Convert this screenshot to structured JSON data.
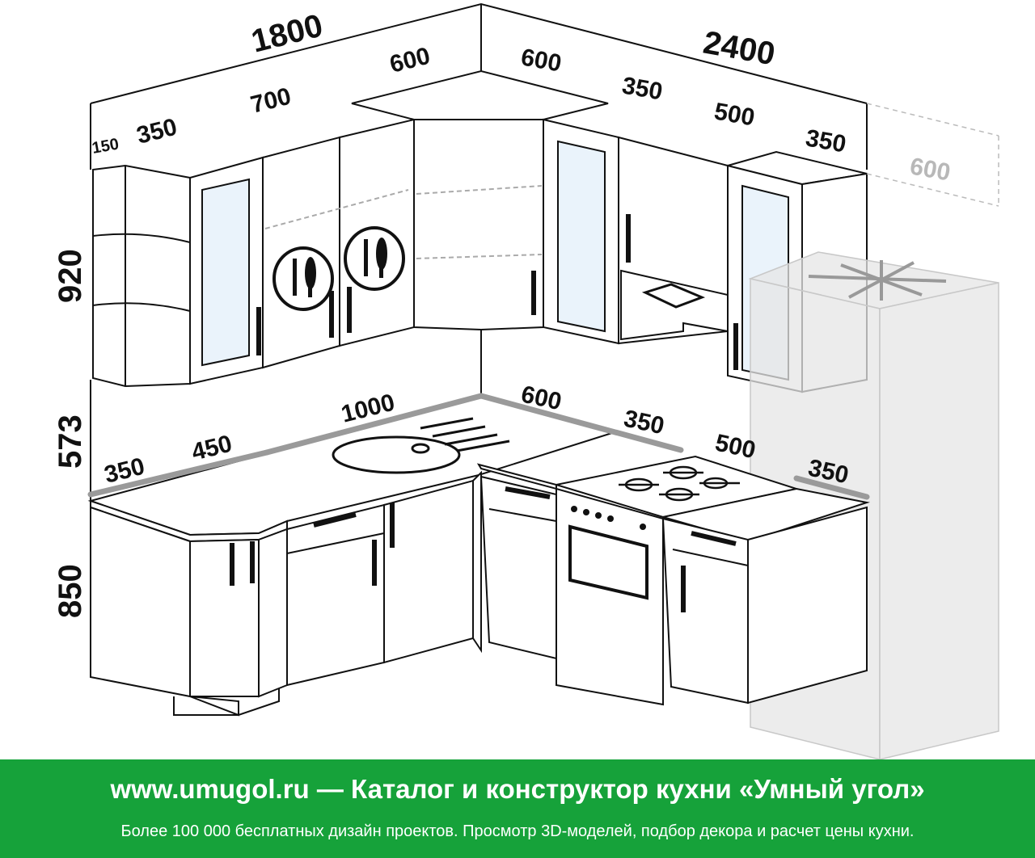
{
  "dimensions": {
    "upper_total_left": "1800",
    "upper_total_right": "2400",
    "upper_150": "150",
    "upper_350_left": "350",
    "upper_700": "700",
    "upper_600_corner_left": "600",
    "upper_600_corner_right": "600",
    "upper_350_mid": "350",
    "upper_500": "500",
    "upper_350_right": "350",
    "fridge_depth": "600",
    "height_upper": "920",
    "height_gap": "573",
    "height_base": "850",
    "base_350_left": "350",
    "base_450": "450",
    "base_1000": "1000",
    "base_600": "600",
    "base_350_mid": "350",
    "base_500": "500",
    "base_350_right": "350"
  },
  "banner": {
    "site": "www.umugol.ru",
    "dash": " — ",
    "title": "Каталог и конструктор кухни «Умный угол»",
    "subtitle": "Более 100 000 бесплатных дизайн проектов. Просмотр 3D-моделей, подбор декора и расчет цены кухни."
  },
  "colors": {
    "banner_bg": "#16a23a",
    "lines": "#111111",
    "ghost": "#b8b8b8"
  }
}
